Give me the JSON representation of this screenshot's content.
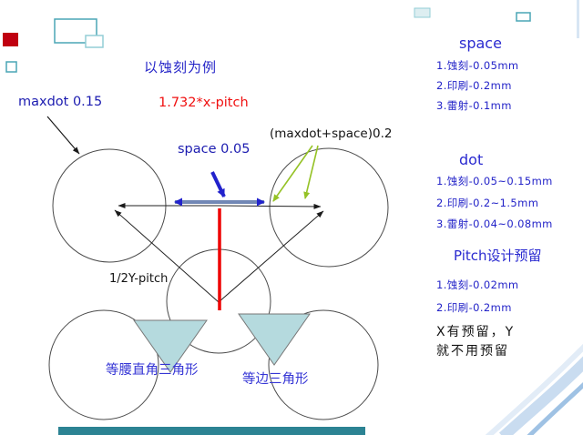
{
  "slide": {
    "title": "以蚀刻为例",
    "labels": {
      "maxdot": "maxdot 0.15",
      "x_pitch": "1.732*x-pitch",
      "space": "space 0.05",
      "maxdot_plus_space": "(maxdot+space)0.2",
      "half_y_pitch": "1/2Y-pitch",
      "isosceles_right_triangle": "等腰直角三角形",
      "equilateral_triangle": "等边三角形"
    }
  },
  "sidebar": {
    "space": {
      "heading": "space",
      "items": [
        "1.蚀刻-0.05mm",
        "2.印刷-0.2mm",
        "3.雷射-0.1mm"
      ]
    },
    "dot": {
      "heading": "dot",
      "items": [
        "1.蚀刻-0.05~0.15mm",
        "2.印刷-0.2~1.5mm",
        "3.雷射-0.04~0.08mm"
      ]
    },
    "pitch": {
      "heading": "Pitch设计预留",
      "items": [
        "1.蚀刻-0.02mm",
        "2.印刷-0.2mm"
      ]
    },
    "note": {
      "line1": "X有预留，Y",
      "line2": "就不用预留"
    }
  },
  "colors": {
    "label_blue": "#2222cc",
    "accent_red": "#ee1111",
    "arrow_green": "#95c226",
    "arrow_blue_shaft": "#7187b5",
    "triangle_fill": "#b5dade",
    "footer_teal": "#2c8393",
    "decor_red": "#c00010",
    "decor_teal": "#4aa5b5"
  }
}
